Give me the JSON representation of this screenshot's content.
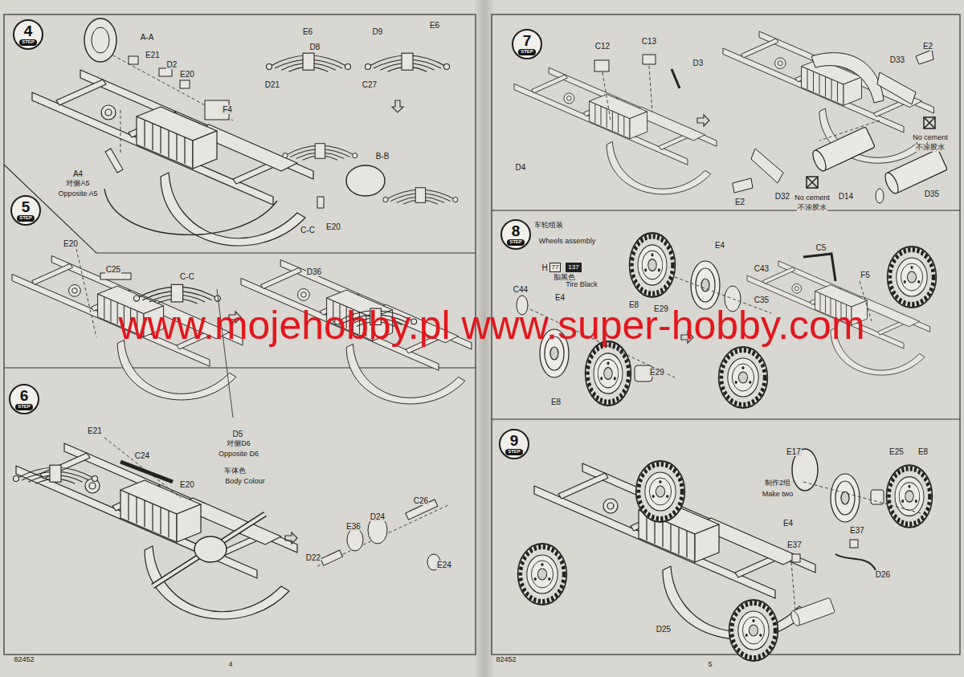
{
  "diagram": {
    "nodes": [
      {
        "text": [
          "4",
          "STEP"
        ]
      },
      {
        "text": [
          "5",
          "STEP"
        ]
      },
      {
        "text": [
          "6",
          "STEP"
        ]
      },
      {
        "text": [
          "7",
          "STEP"
        ]
      },
      {
        "text": [
          "8",
          "STEP"
        ]
      },
      {
        "text": [
          "9",
          "STEP"
        ]
      },
      {
        "text": [
          "77"
        ]
      },
      {
        "text": [
          "137"
        ]
      }
    ],
    "labels": [
      "A-A",
      "E21",
      "D2",
      "E20",
      "F4",
      "A4",
      "对侧A5",
      "Opposite A5",
      "E6",
      "D8",
      "D21",
      "D9",
      "E6",
      "C27",
      "B-B",
      "C-C",
      "E20",
      "E20",
      "C25",
      "C-C",
      "D36",
      "D5",
      "对侧D6",
      "Opposite D6",
      "E21",
      "C24",
      "E20",
      "车体色",
      "Body Colour",
      "C26",
      "D24",
      "E36",
      "D22",
      "E24",
      "82452",
      "4",
      "C12",
      "C13",
      "D3",
      "D4",
      "E2",
      "D33",
      "No cement",
      "不涂胶水",
      "E2",
      "D32",
      "No cement",
      "不涂胶水",
      "D14",
      "D35",
      "车轮组装",
      "Wheels assembly",
      "H",
      "胎黑色",
      "Tire Black",
      "E4",
      "C43",
      "C5",
      "F5",
      "C44",
      "E4",
      "E8",
      "E29",
      "C35",
      "E29",
      "E8",
      "E17",
      "E25",
      "E8",
      "制作2组",
      "Make two",
      "E4",
      "E37",
      "E37",
      "D26",
      "D25",
      "82452",
      "5",
      "www.mojehobby.pl www.super-hobby.com"
    ]
  }
}
